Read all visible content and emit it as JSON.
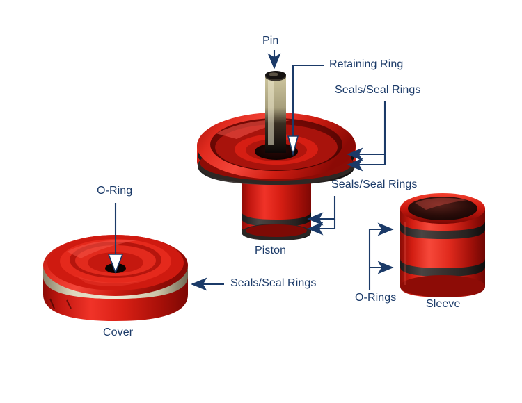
{
  "diagram": {
    "title": "Exploded assembly diagram of piston, cover and sleeve",
    "background_color": "#ffffff",
    "label_color": "#1b3a68",
    "body_color": "#d81f14",
    "seal_color": "#2b2b2b",
    "metal_color": "#cfc69a",
    "arrow_color": "#1b3a68"
  },
  "labels": {
    "pin": "Pin",
    "retaining_ring": "Retaining Ring",
    "seals_top": "Seals/Seal Rings",
    "seals_piston_body": "Seals/Seal Rings",
    "o_ring_cover": "O-Ring",
    "seals_cover": "Seals/Seal Rings",
    "o_rings_sleeve": "O-Rings"
  },
  "captions": {
    "piston": "Piston",
    "cover": "Cover",
    "sleeve": "Sleeve"
  },
  "parts": [
    {
      "name": "pin",
      "caption": null,
      "callouts": [
        "Pin"
      ]
    },
    {
      "name": "piston",
      "caption": "Piston",
      "callouts": [
        "Retaining Ring",
        "Seals/Seal Rings",
        "Seals/Seal Rings"
      ]
    },
    {
      "name": "cover",
      "caption": "Cover",
      "callouts": [
        "O-Ring",
        "Seals/Seal Rings"
      ]
    },
    {
      "name": "sleeve",
      "caption": "Sleeve",
      "callouts": [
        "O-Rings"
      ]
    }
  ]
}
